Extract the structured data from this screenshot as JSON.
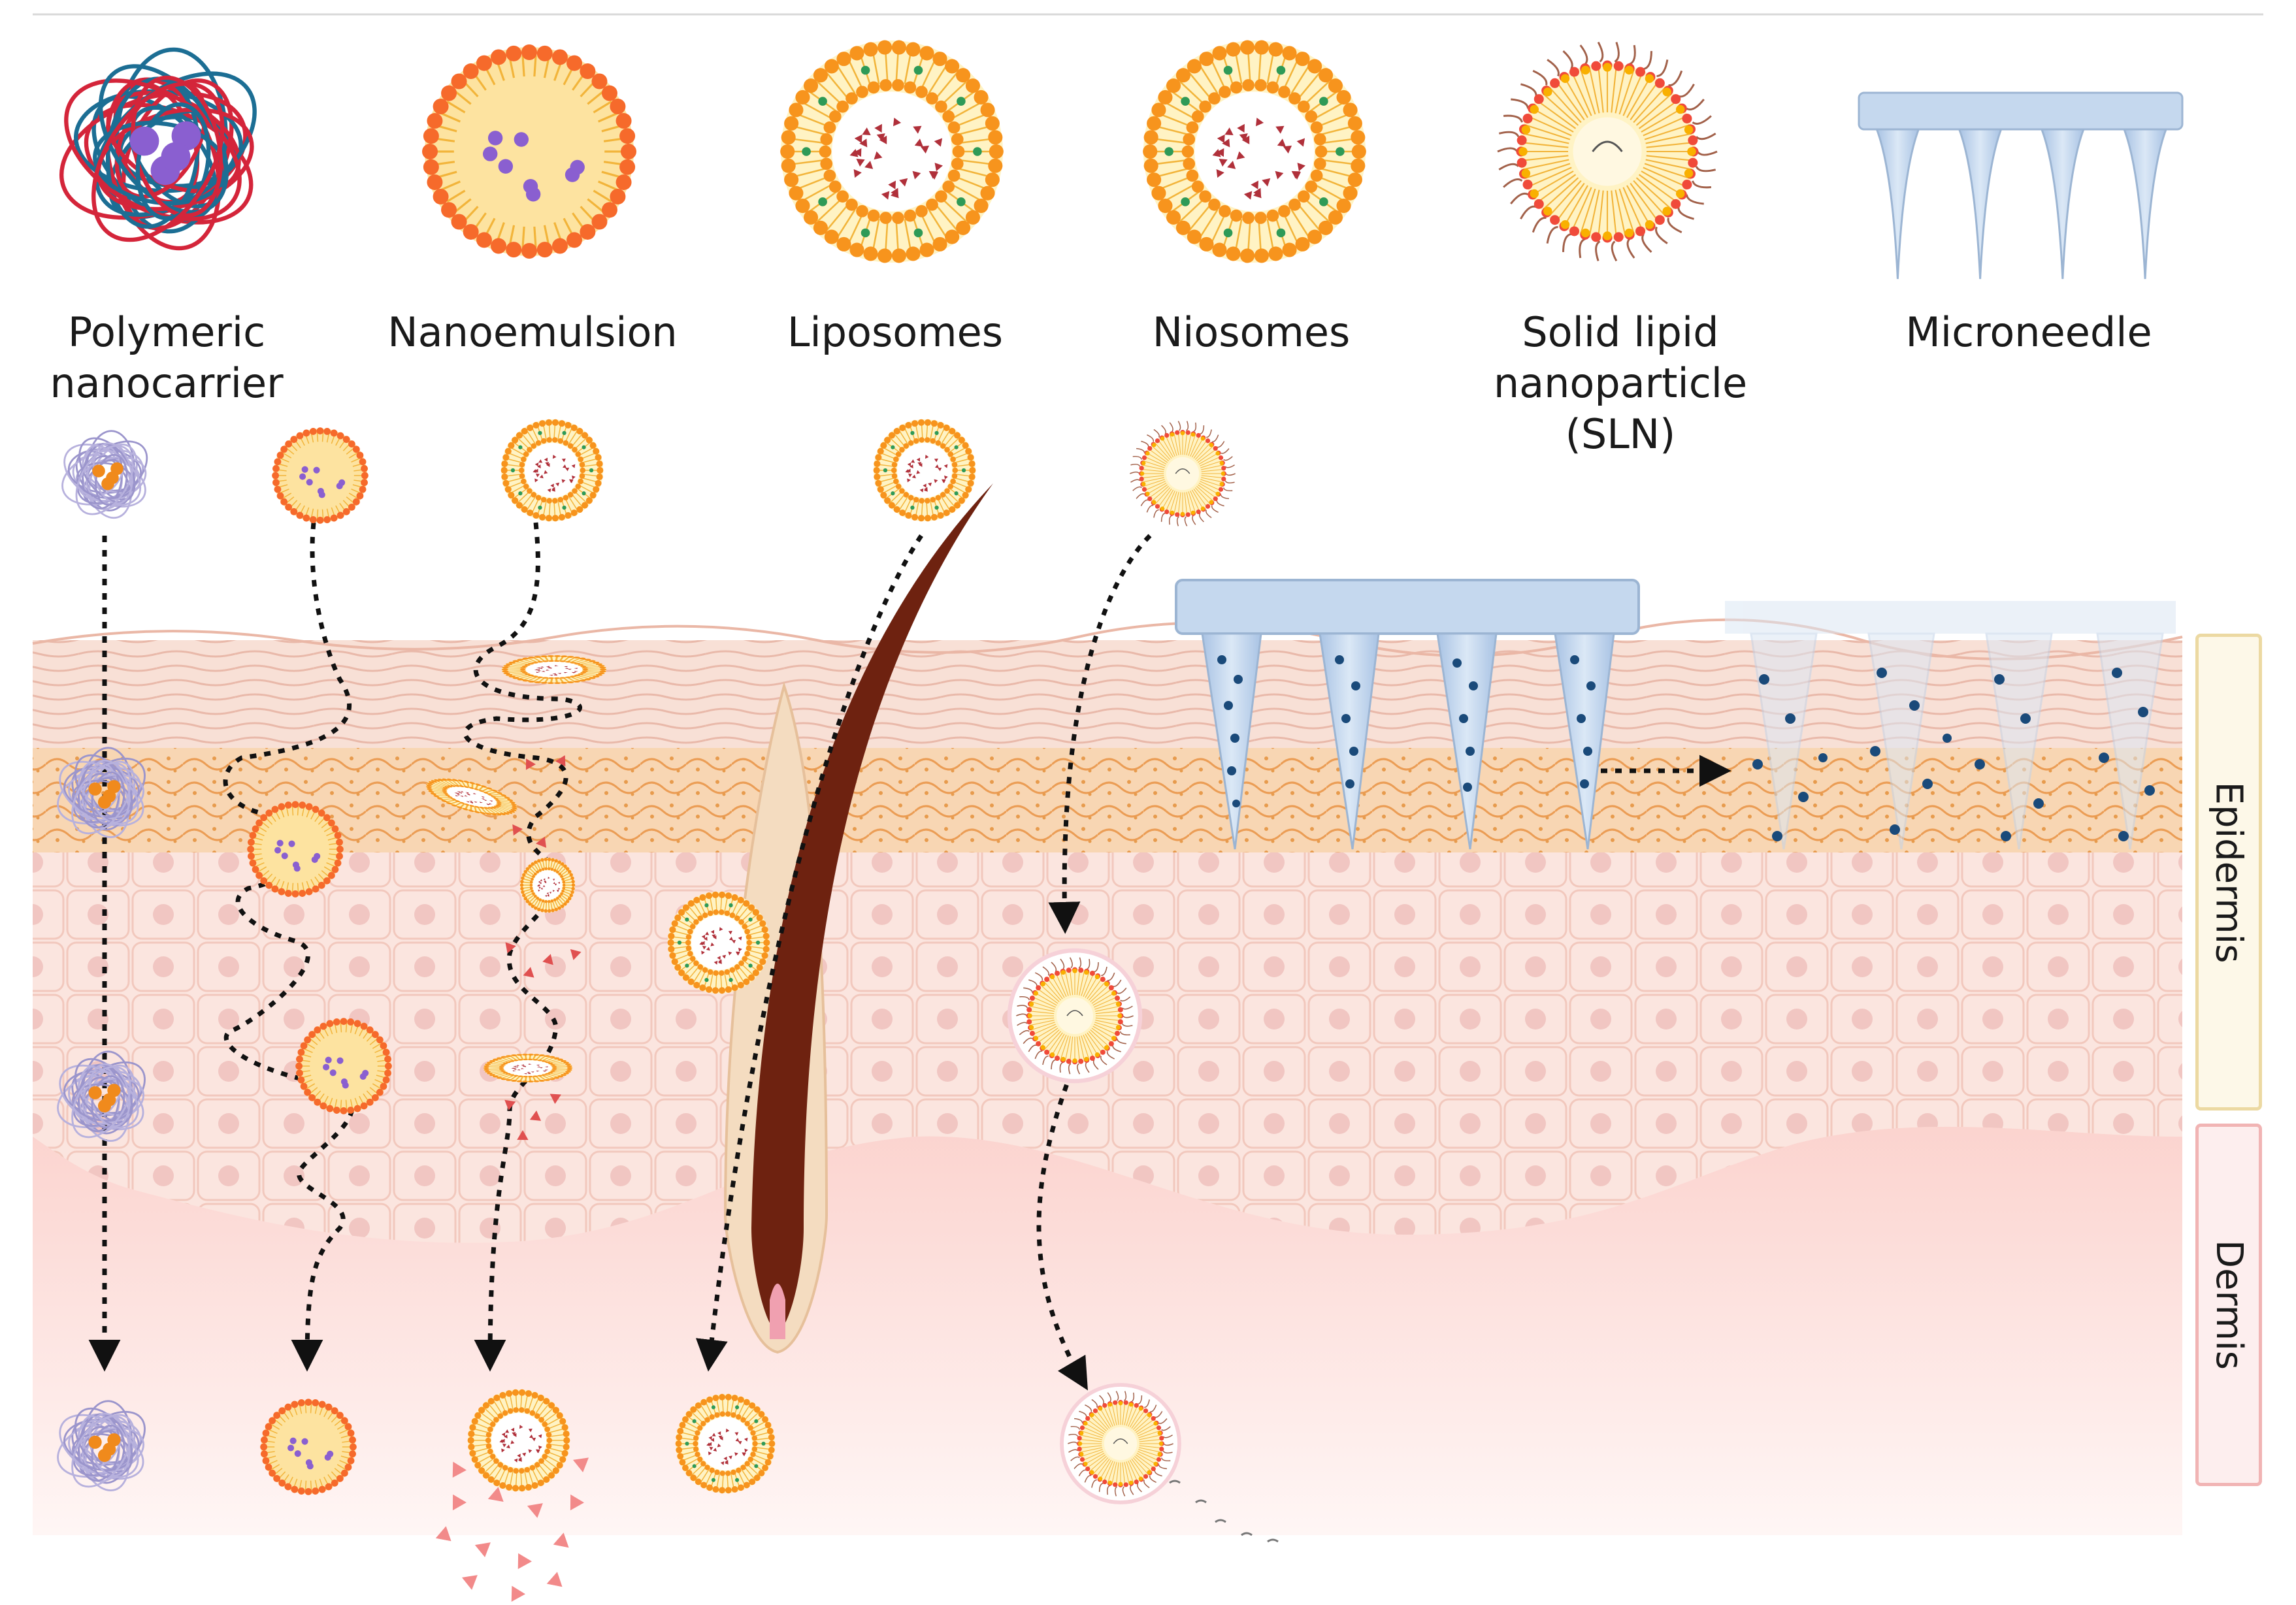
{
  "carriers": [
    {
      "label": "Polymeric\nnanocarrier",
      "icon": "polymeric-nanocarrier-icon"
    },
    {
      "label": "Nanoemulsion",
      "icon": "nanoemulsion-icon"
    },
    {
      "label": "Liposomes",
      "icon": "liposome-icon"
    },
    {
      "label": "Niosomes",
      "icon": "niosome-icon"
    },
    {
      "label": "Solid lipid\nnanoparticle\n(SLN)",
      "icon": "solid-lipid-nanoparticle-icon"
    },
    {
      "label": "Microneedle",
      "icon": "microneedle-icon"
    }
  ],
  "layers": {
    "epidermis": "Epidermis",
    "dermis": "Dermis"
  },
  "colors": {
    "orange": "#f7941d",
    "lipid_core": "#fff3c4",
    "emulsion_core": "#fde3a0",
    "purple_drug": "#8a5fd0",
    "red_drug": "#b0303a",
    "green_drug": "#2e9a57",
    "polymer_blue": "#1c6e94",
    "polymer_red": "#d4253a",
    "microneedle_blue": "#c5d8ee",
    "stratum_corneum": "#f6d9cd",
    "granular_layer": "#f6d0a6",
    "keratinocyte": "#fbe3dc",
    "dermis": "#fbd5d0",
    "hair": "#6e2210",
    "epidermis_tab": "#fdf8e8",
    "dermis_tab": "#fdecec"
  }
}
